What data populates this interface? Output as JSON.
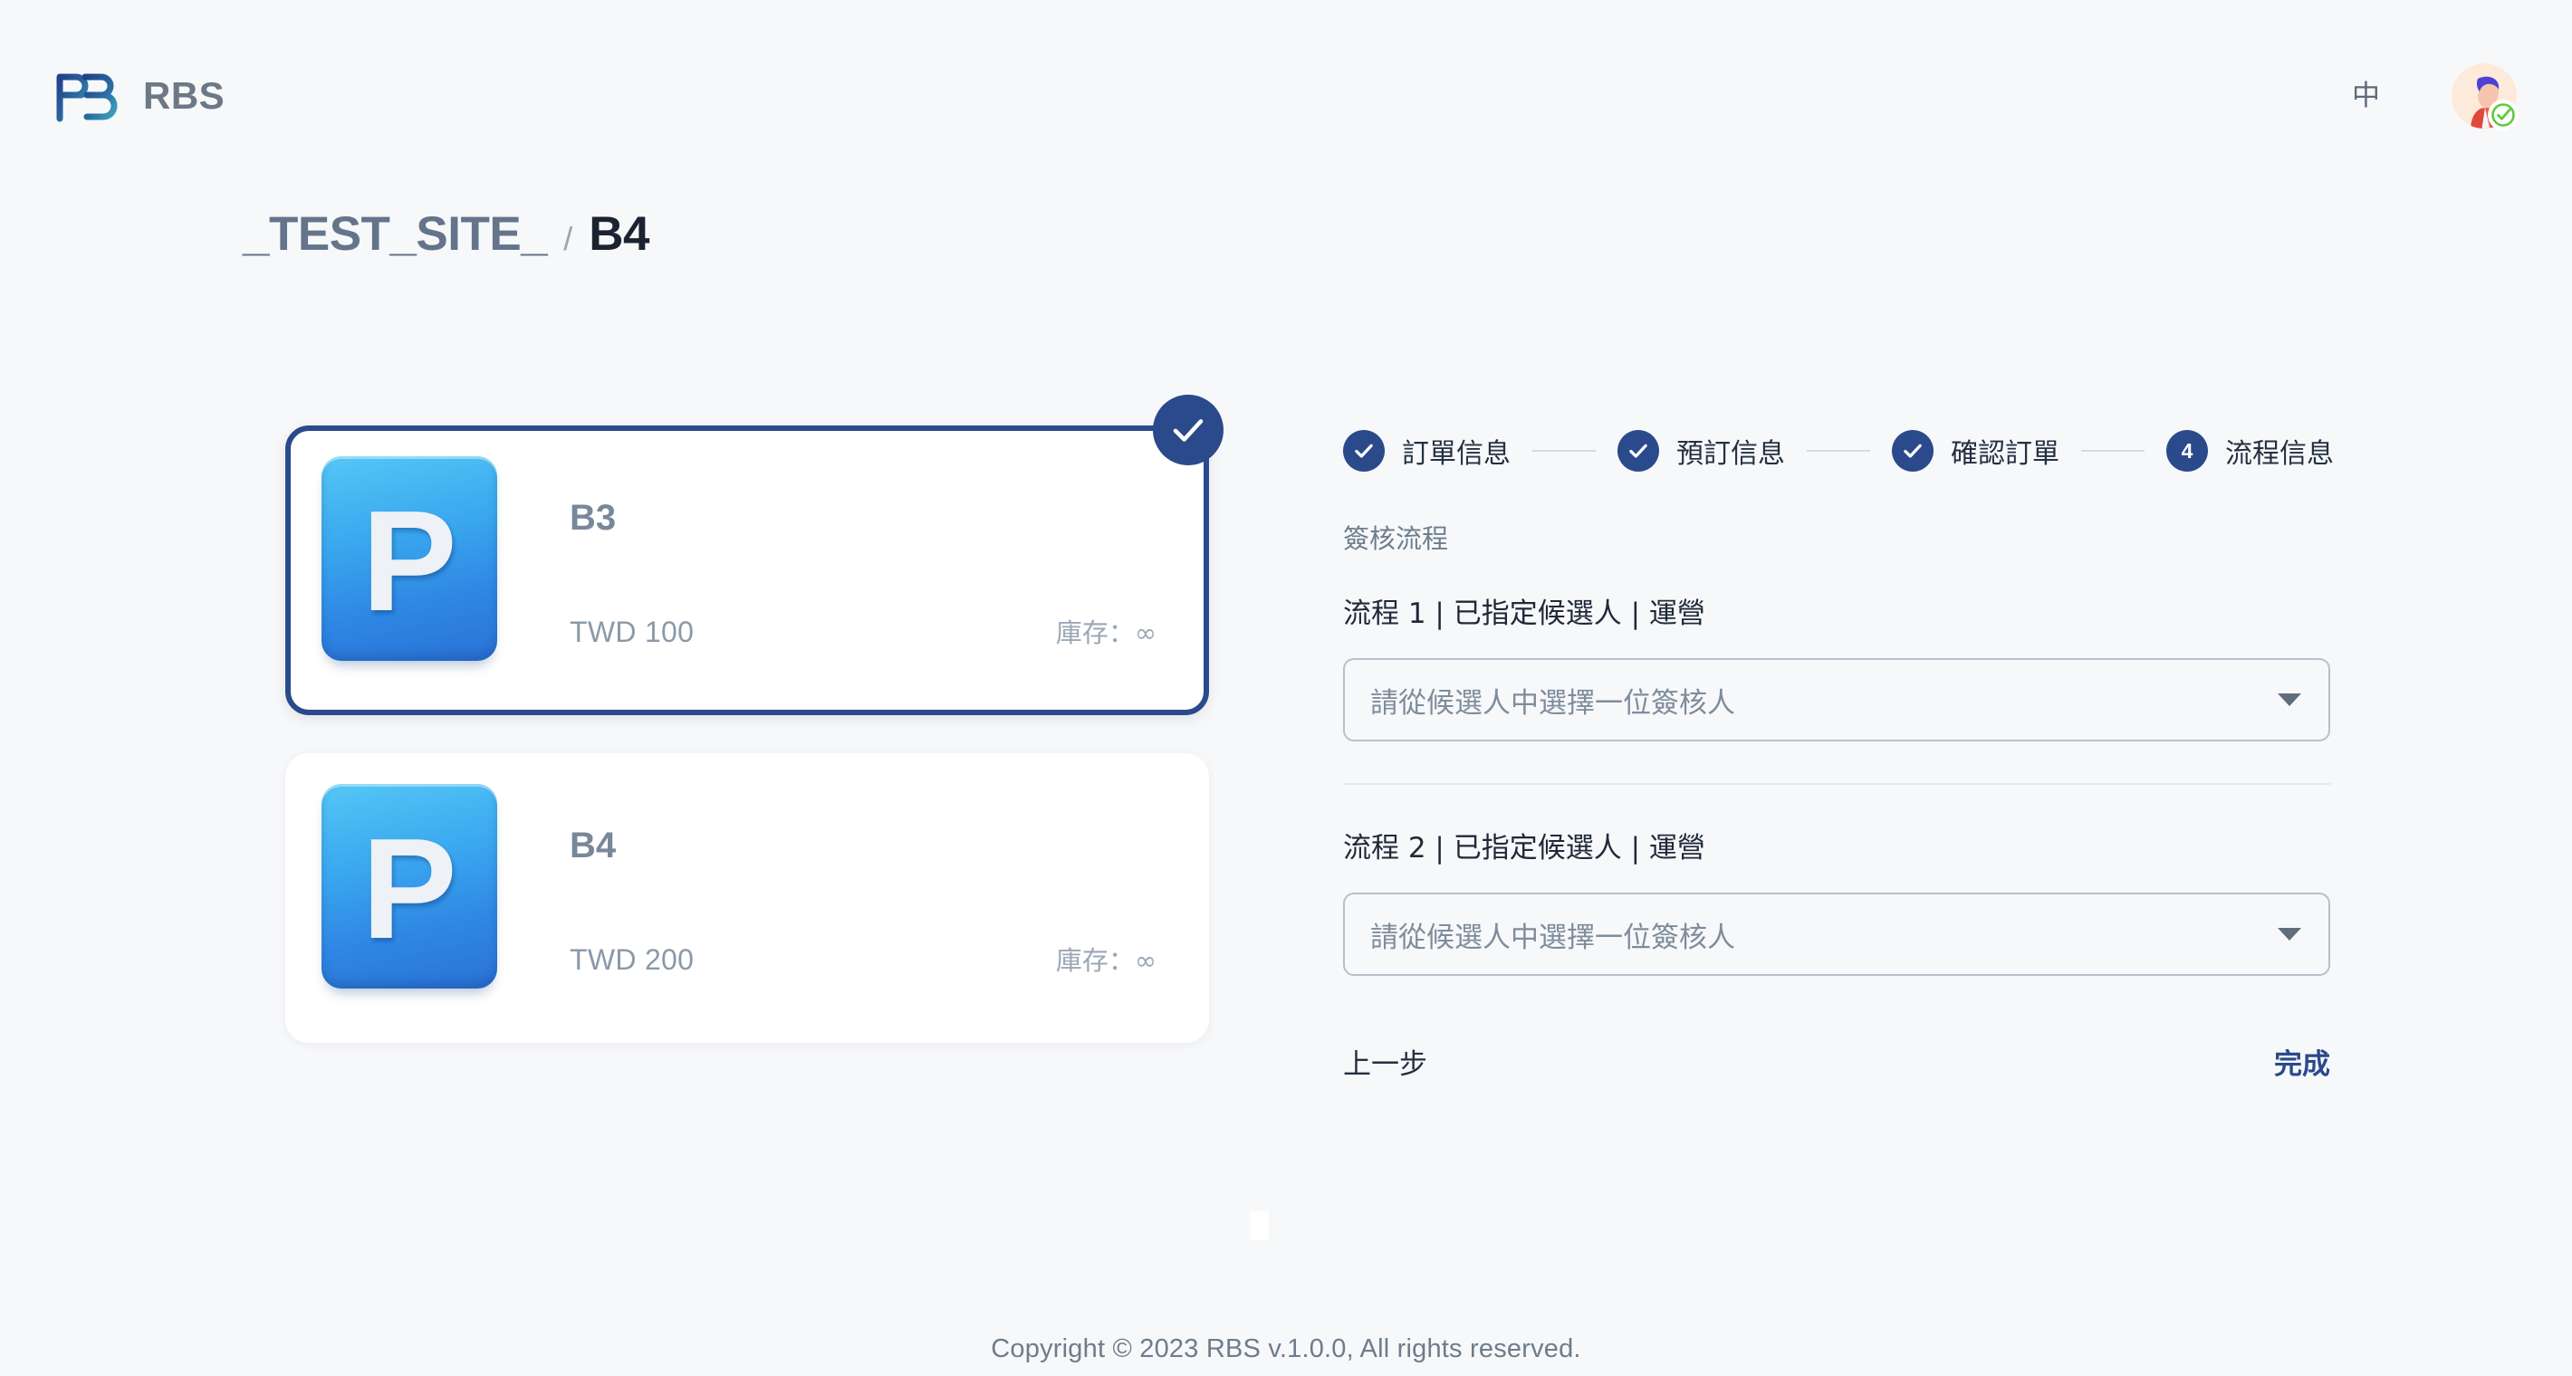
{
  "header": {
    "brand_name": "RBS",
    "brand_logo_icon": "rbs-logo-icon",
    "language_label": "中",
    "avatar_icon": "user-avatar-icon",
    "avatar_status_icon": "verified-check-icon"
  },
  "breadcrumb": {
    "site": "_TEST_SITE_",
    "separator": "/",
    "current": "B4"
  },
  "products": [
    {
      "thumb_letter": "P",
      "name": "B3",
      "price": "TWD 100",
      "stock": "庫存：∞",
      "selected": true,
      "badge_icon": "check-icon"
    },
    {
      "thumb_letter": "P",
      "name": "B4",
      "price": "TWD 200",
      "stock": "庫存：∞",
      "selected": false,
      "badge_icon": ""
    }
  ],
  "stepper": {
    "steps": [
      {
        "label": "訂單信息",
        "state": "done",
        "marker": "check-icon"
      },
      {
        "label": "預訂信息",
        "state": "done",
        "marker": "check-icon"
      },
      {
        "label": "確認訂單",
        "state": "done",
        "marker": "check-icon"
      },
      {
        "label": "流程信息",
        "state": "active",
        "marker": "4"
      }
    ]
  },
  "form": {
    "section_title": "簽核流程",
    "flows": [
      {
        "label": "流程 1 | 已指定候選人 | 運營",
        "select_placeholder": "請從候選人中選擇一位簽核人",
        "select_value": "",
        "arrow_icon": "chevron-down-icon"
      },
      {
        "label": "流程 2 | 已指定候選人 | 運營",
        "select_placeholder": "請從候選人中選擇一位簽核人",
        "select_value": "",
        "arrow_icon": "chevron-down-icon"
      }
    ],
    "prev_label": "上一步",
    "done_label": "完成"
  },
  "footer": {
    "copyright": "Copyright © 2023 RBS v.1.0.0, All rights reserved."
  },
  "colors": {
    "page_background": "#F7F8FA",
    "brand_navy": "#2A4A8B",
    "card_background": "#FFFFFF",
    "muted_text": "#8B99A9",
    "heading_text": "#1B2330",
    "border": "#B6C0CB",
    "divider": "#E3E7EC",
    "thumb_gradient_start": "#55C7F5",
    "thumb_gradient_end": "#2A72D6"
  }
}
